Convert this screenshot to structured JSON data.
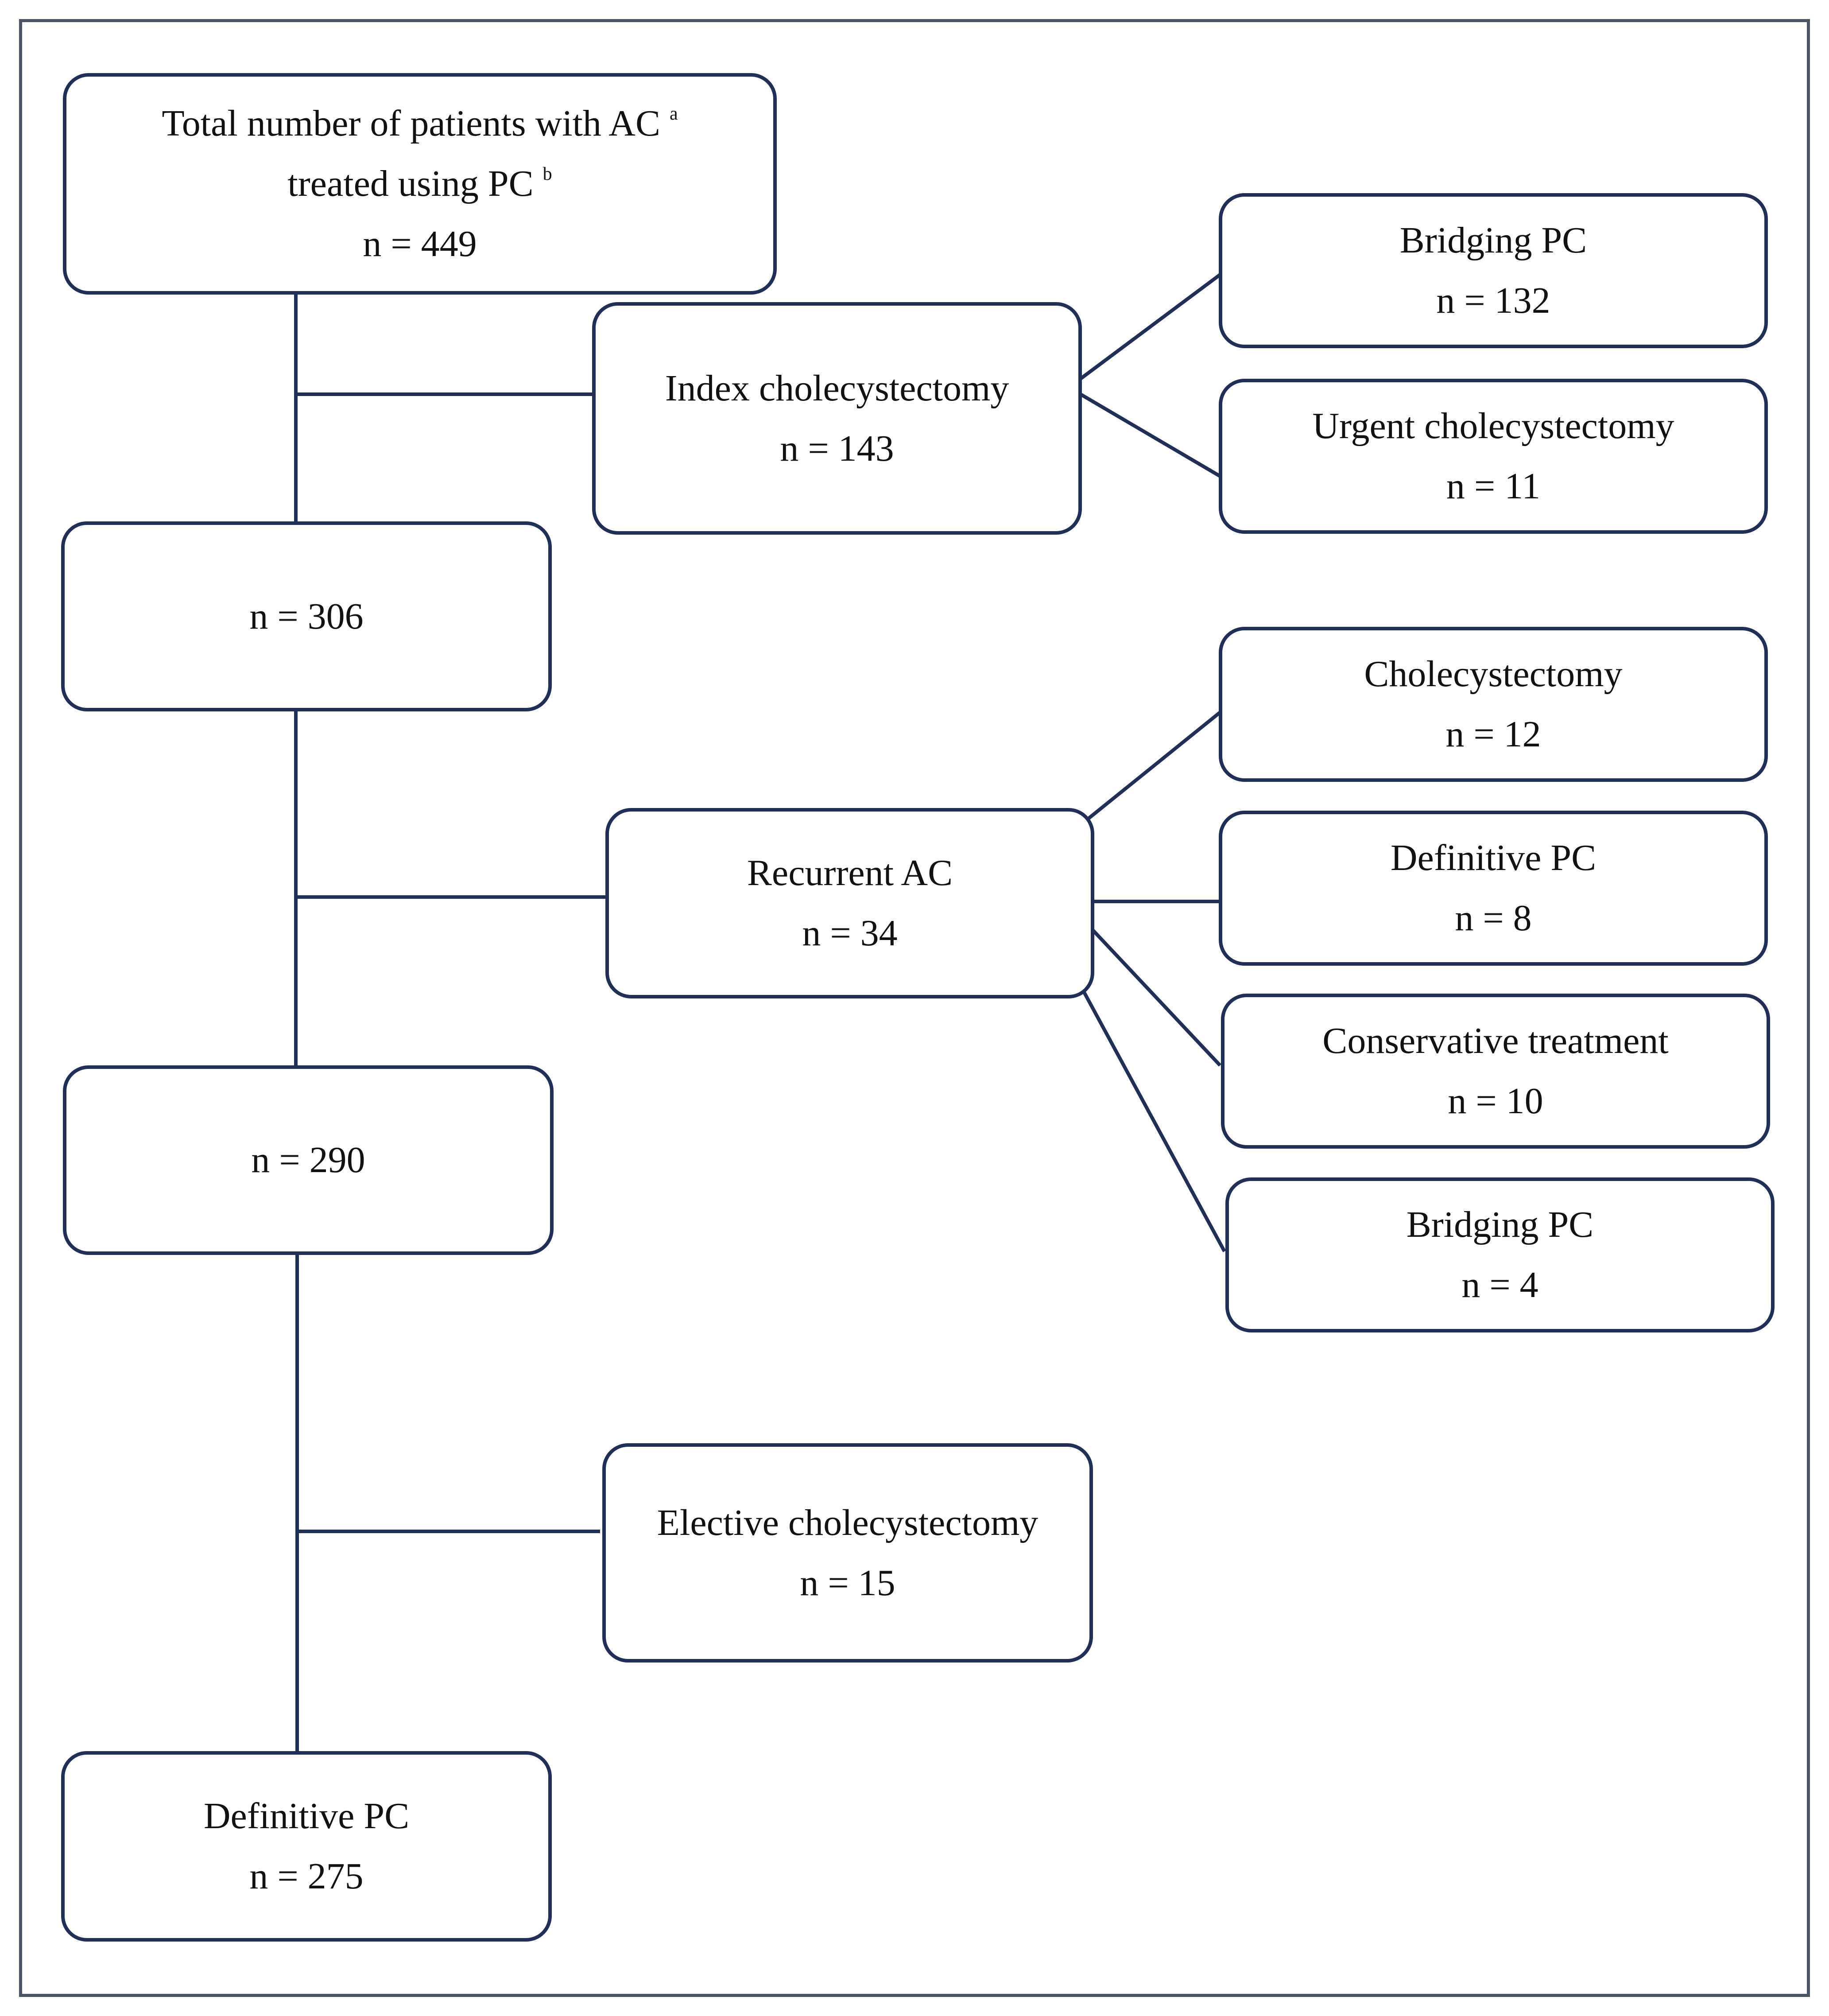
{
  "root": {
    "line1": "Total number of patients with AC",
    "sup1": "a",
    "line2": "treated using PC",
    "sup2": "b",
    "count": "n = 449"
  },
  "index": {
    "label": "Index cholecystectomy",
    "count": "n = 143"
  },
  "bridging1": {
    "label": "Bridging PC",
    "count": "n = 132"
  },
  "urgent": {
    "label": "Urgent cholecystectomy",
    "count": "n = 11"
  },
  "remaining1": {
    "count": "n = 306"
  },
  "recurrent": {
    "label": "Recurrent AC",
    "count": "n = 34"
  },
  "rec_chole": {
    "label": "Cholecystectomy",
    "count": "n = 12"
  },
  "rec_definitive": {
    "label": "Definitive PC",
    "count": "n = 8"
  },
  "rec_conservative": {
    "label": "Conservative treatment",
    "count": "n = 10"
  },
  "rec_bridging": {
    "label": "Bridging PC",
    "count": "n = 4"
  },
  "remaining2": {
    "count": "n = 290"
  },
  "elective": {
    "label": "Elective cholecystectomy",
    "count": "n = 15"
  },
  "definitive": {
    "label": "Definitive PC",
    "count": "n = 275"
  },
  "colors": {
    "border": "#1f2f57",
    "frame": "#4a5565",
    "text": "#111111"
  }
}
